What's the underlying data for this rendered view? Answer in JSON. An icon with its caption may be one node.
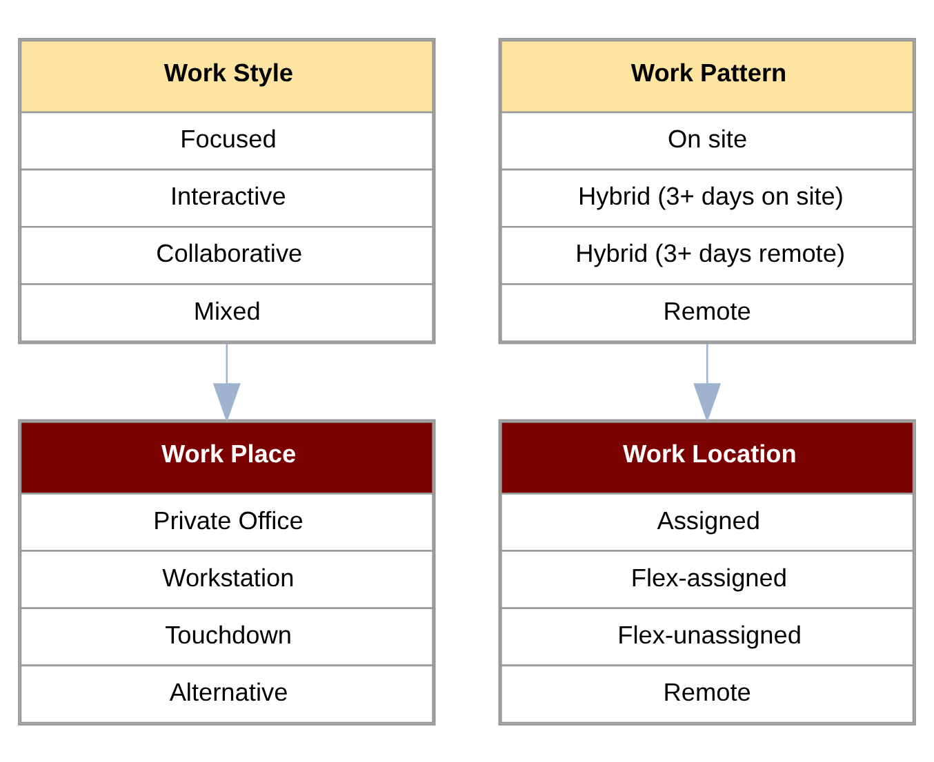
{
  "diagram": {
    "nodes": [
      {
        "text": [
          "Work Style",
          "Focused",
          "Interactive",
          "Collaborative",
          "Mixed"
        ]
      },
      {
        "text": [
          "Work Pattern",
          "On site",
          "Hybrid (3+ days on site)",
          "Hybrid (3+ days remote)",
          "Remote"
        ]
      },
      {
        "text": [
          "Work Place",
          "Private Office",
          "Workstation",
          "Touchdown",
          "Alternative"
        ]
      },
      {
        "text": [
          "Work Location",
          "Assigned",
          "Flex-assigned",
          "Flex-unassigned",
          "Remote"
        ]
      }
    ],
    "edges": [
      {
        "from": 0,
        "to": 2,
        "arrow": "to"
      },
      {
        "from": 1,
        "to": 3,
        "arrow": "to"
      }
    ]
  }
}
